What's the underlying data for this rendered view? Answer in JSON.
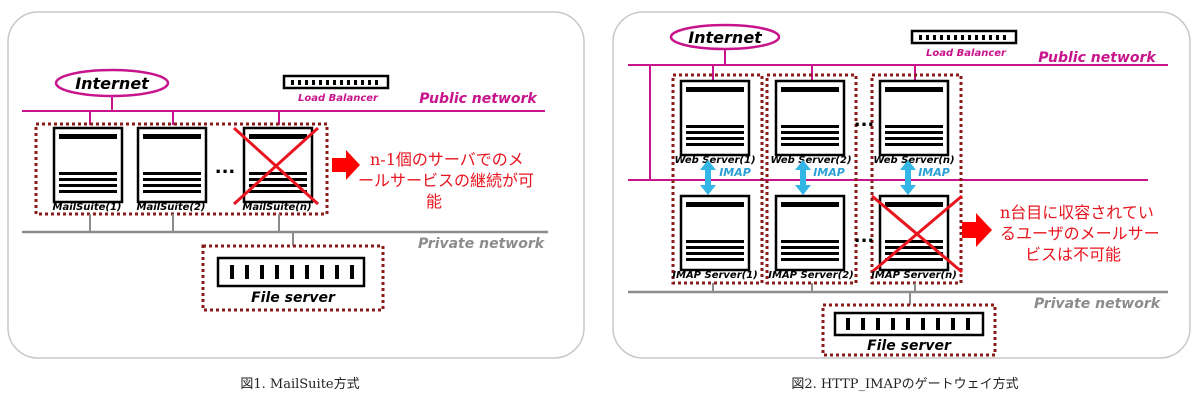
{
  "figure1": {
    "internet": "Internet",
    "load_balancer": "Load Balancer",
    "public_network": "Public network",
    "private_network": "Private network",
    "servers": [
      "MailSuite(1)",
      "MailSuite(2)",
      "MailSuite(n)"
    ],
    "ellipsis": "...",
    "file_server": "File server",
    "note_lines": [
      "n-1個のサーバでのメ",
      "ールサービスの継続が可",
      "能"
    ],
    "caption": "図1. MailSuite方式"
  },
  "figure2": {
    "internet": "Internet",
    "load_balancer": "Load Balancer",
    "public_network": "Public network",
    "private_network": "Private network",
    "web_servers": [
      "Web Server(1)",
      "Web Server(2)",
      "Web Server(n)"
    ],
    "imap_servers": [
      "IMAP Server(1)",
      "IMAP Server(2)",
      "IMAP Server(n)"
    ],
    "imap_label": "IMAP",
    "ellipsis": "...",
    "file_server": "File server",
    "note_lines": [
      "n台目に収容されてい",
      "るユーザのメールサー",
      "ビスは不可能"
    ],
    "caption": "図2. HTTP_IMAPのゲートウェイ方式"
  },
  "colors": {
    "public": "#c8148c",
    "private": "#8c8c8c",
    "dotted": "#8b1a1a",
    "cross": "#e8141e",
    "arrow": "#ff0000",
    "imap_arrow": "#33b5e5"
  }
}
